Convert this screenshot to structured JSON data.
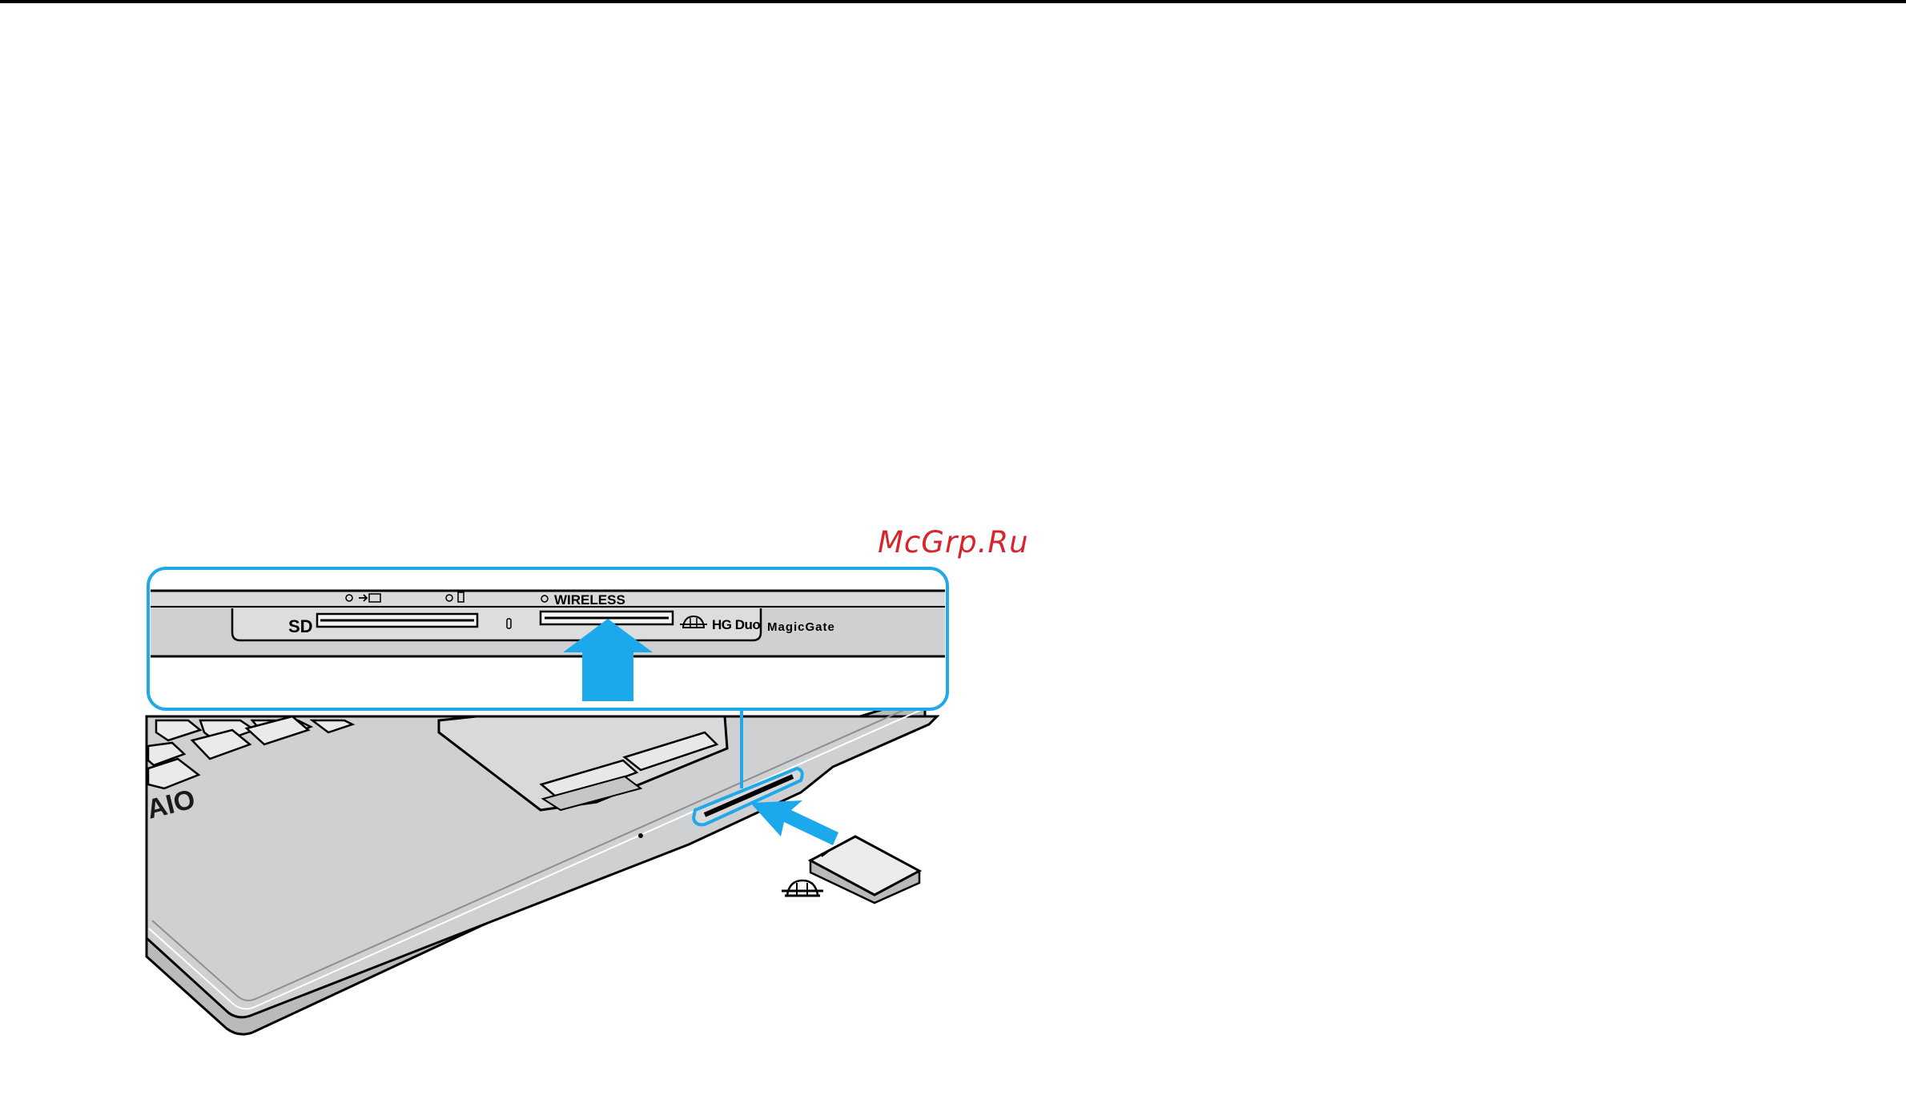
{
  "watermark": {
    "text": "McGrp.Ru"
  },
  "slot_panel": {
    "sd_label": "SD",
    "wireless_label": "WIRELESS",
    "hg_duo_label": "HG Duo",
    "magicgate_label": "MagicGate",
    "ms_logo_icon": "memory-stick-logo-icon"
  },
  "laptop": {
    "brand_fragment": "AIO"
  },
  "colors": {
    "callout": "#20a8e8",
    "arrow": "#1ba9ec",
    "laptop_body": "#c9cacb",
    "laptop_surface": "#d7d8d9",
    "outline": "#000000",
    "watermark": "#d7262b"
  }
}
